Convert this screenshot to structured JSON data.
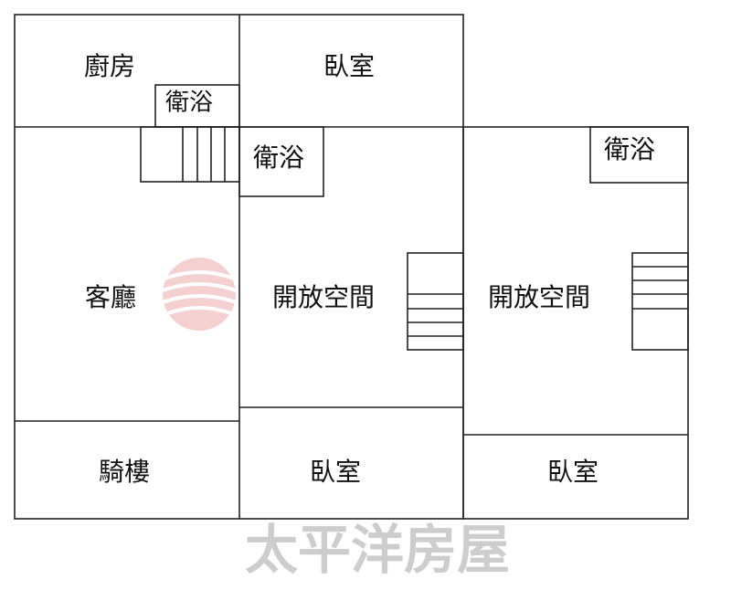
{
  "rooms": {
    "kitchen": "廚房",
    "bedroom_top": "臥室",
    "bath_1": "衛浴",
    "bath_2": "衛浴",
    "bath_3": "衛浴",
    "living_room": "客廳",
    "open_space_1": "開放空間",
    "open_space_2": "開放空間",
    "arcade": "騎樓",
    "bedroom_bottom_mid": "臥室",
    "bedroom_bottom_right": "臥室"
  },
  "watermark": {
    "text": "太平洋房屋",
    "logo_color": "#e8a0a0"
  }
}
